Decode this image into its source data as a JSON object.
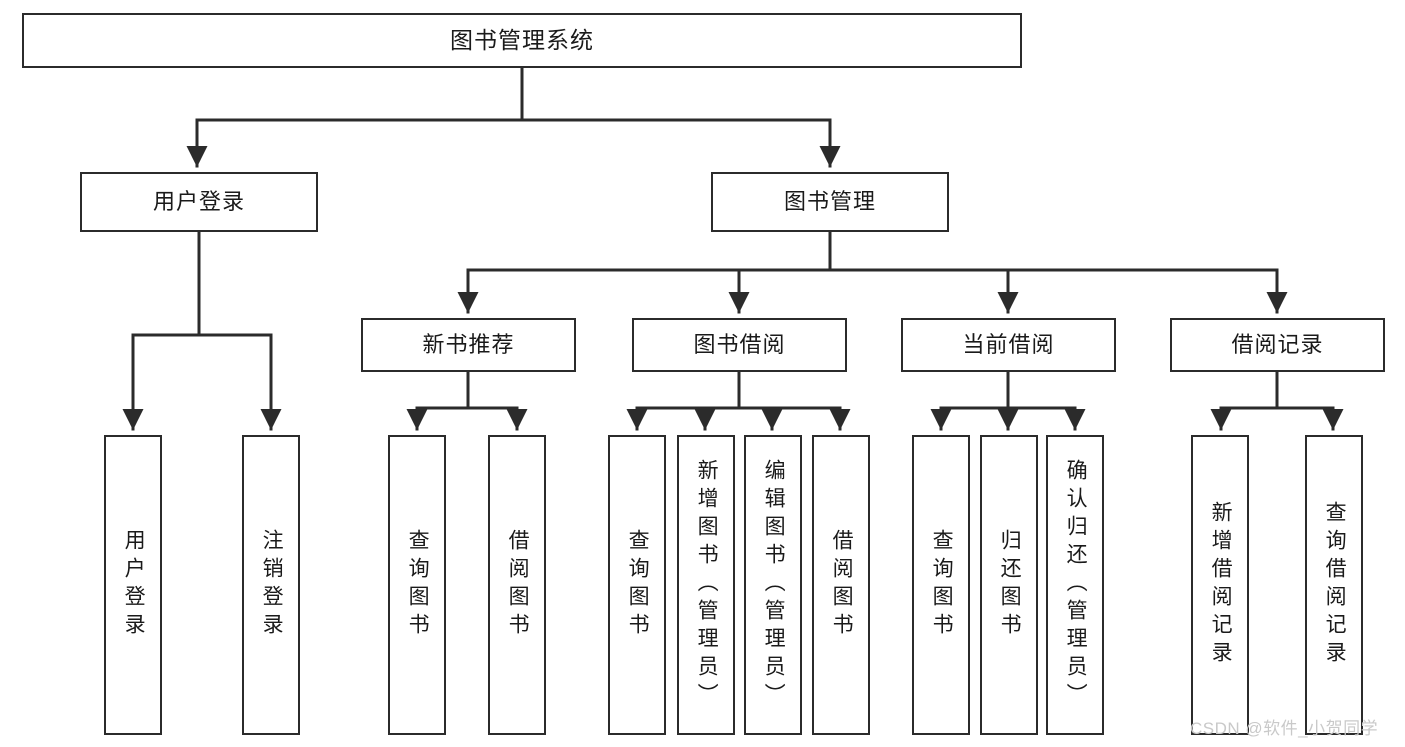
{
  "diagram": {
    "title": "图书管理系统",
    "watermark": "CSDN @软件_小贺同学",
    "colors": {
      "box_border": "#2b2b2b",
      "connector": "#2b2b2b",
      "background": "#ffffff",
      "text": "#1a1a1a",
      "watermark": "#c9c9c9"
    },
    "levels": {
      "root": {
        "label": "图书管理系统"
      },
      "level2": [
        {
          "label": "用户登录"
        },
        {
          "label": "图书管理"
        }
      ],
      "level3": [
        {
          "label": "新书推荐"
        },
        {
          "label": "图书借阅"
        },
        {
          "label": "当前借阅"
        },
        {
          "label": "借阅记录"
        }
      ],
      "level4": [
        {
          "label": "用户登录",
          "parent": "用户登录"
        },
        {
          "label": "注销登录",
          "parent": "用户登录"
        },
        {
          "label": "查询图书",
          "parent": "新书推荐"
        },
        {
          "label": "借阅图书",
          "parent": "新书推荐"
        },
        {
          "label": "查询图书",
          "parent": "图书借阅"
        },
        {
          "label": "新增图书（管理员）",
          "parent": "图书借阅"
        },
        {
          "label": "编辑图书（管理员）",
          "parent": "图书借阅"
        },
        {
          "label": "借阅图书",
          "parent": "图书借阅"
        },
        {
          "label": "查询图书",
          "parent": "当前借阅"
        },
        {
          "label": "归还图书",
          "parent": "当前借阅"
        },
        {
          "label": "确认归还（管理员）",
          "parent": "当前借阅"
        },
        {
          "label": "新增借阅记录",
          "parent": "借阅记录"
        },
        {
          "label": "查询借阅记录",
          "parent": "借阅记录"
        }
      ]
    }
  }
}
